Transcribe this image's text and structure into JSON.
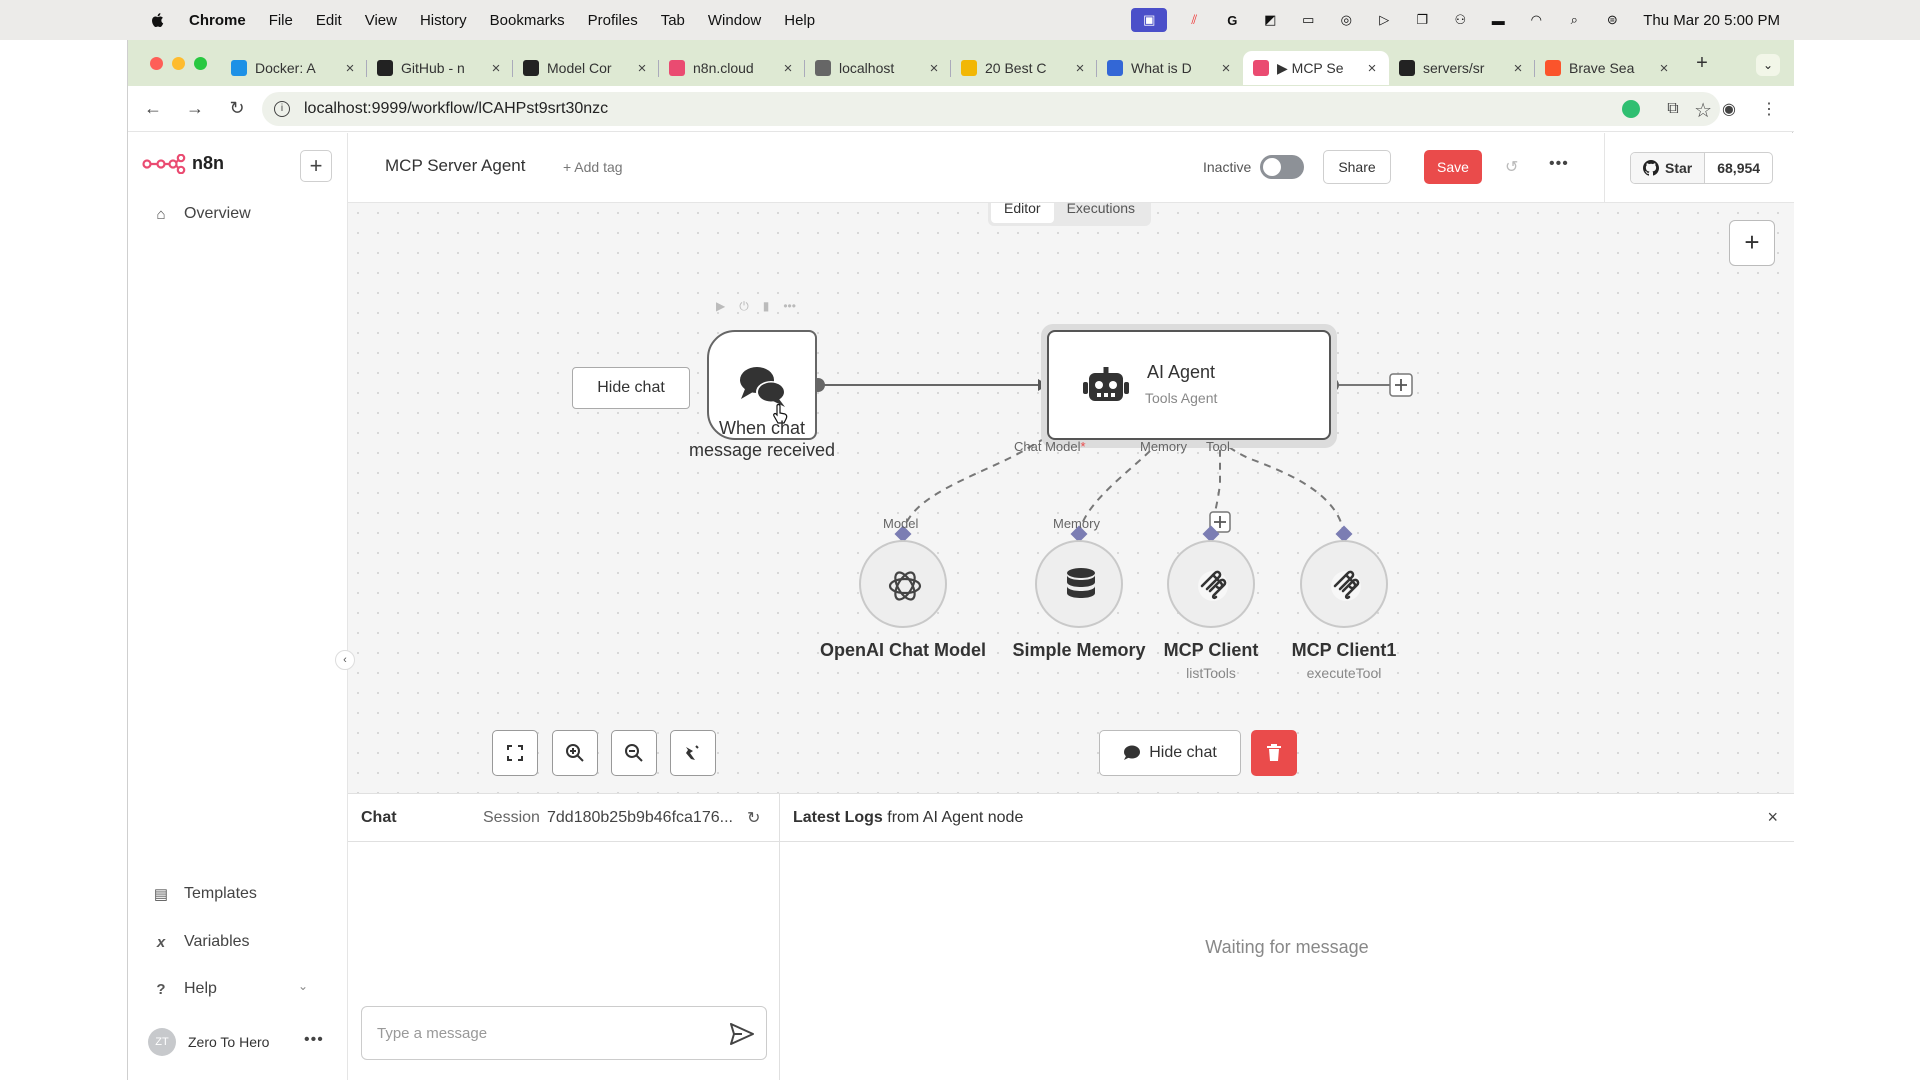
{
  "menubar": {
    "items": [
      "Chrome",
      "File",
      "Edit",
      "View",
      "History",
      "Bookmarks",
      "Profiles",
      "Tab",
      "Window",
      "Help"
    ],
    "clock": "Thu Mar 20  5:00 PM"
  },
  "browser": {
    "tabs": [
      {
        "label": "Docker: A",
        "color": "#1d91e6"
      },
      {
        "label": "GitHub - n",
        "color": "#222222"
      },
      {
        "label": "Model Cor",
        "color": "#222222"
      },
      {
        "label": "n8n.cloud",
        "color": "#ea4b71"
      },
      {
        "label": "localhost",
        "color": "#666666"
      },
      {
        "label": "20 Best C",
        "color": "#f2b705"
      },
      {
        "label": "What is D",
        "color": "#3367d6"
      },
      {
        "label": "▶ MCP Se",
        "color": "#ea4b71"
      },
      {
        "label": "servers/sr",
        "color": "#222222"
      },
      {
        "label": "Brave Sea",
        "color": "#fb542b"
      }
    ],
    "url": "localhost:9999/workflow/lCAHPst9srt30nzc"
  },
  "sidebar": {
    "brand": "n8n",
    "overview": "Overview",
    "templates": "Templates",
    "variables": "Variables",
    "help": "Help",
    "user_initials": "ZT",
    "user_name": "Zero To Hero"
  },
  "header": {
    "workflow_name": "MCP Server Agent",
    "add_tag": "+ Add tag",
    "status": "Inactive",
    "share": "Share",
    "save": "Save",
    "github_star": "Star",
    "github_count": "68,954"
  },
  "canvas": {
    "tab_editor": "Editor",
    "tab_executions": "Executions",
    "hide_chat_top": "Hide chat",
    "trigger_label": "When chat message received",
    "agent_title": "AI Agent",
    "agent_subtitle": "Tools Agent",
    "ports": {
      "chat_model": "Chat Model",
      "required_mark": "*",
      "memory": "Memory",
      "tool": "Tool"
    },
    "sub_ports": {
      "model": "Model",
      "memory": "Memory"
    },
    "subnodes": [
      {
        "title": "OpenAI Chat Model",
        "subtitle": ""
      },
      {
        "title": "Simple Memory",
        "subtitle": ""
      },
      {
        "title": "MCP Client",
        "subtitle": "listTools"
      },
      {
        "title": "MCP Client1",
        "subtitle": "executeTool"
      }
    ],
    "hide_chat_bottom": "Hide chat"
  },
  "chat": {
    "title": "Chat",
    "session_label": "Session",
    "session_id": "7dd180b25b9b46fca176...",
    "placeholder": "Type a message"
  },
  "logs": {
    "title_bold": "Latest Logs",
    "title_rest": " from AI Agent node",
    "waiting": "Waiting for message"
  }
}
